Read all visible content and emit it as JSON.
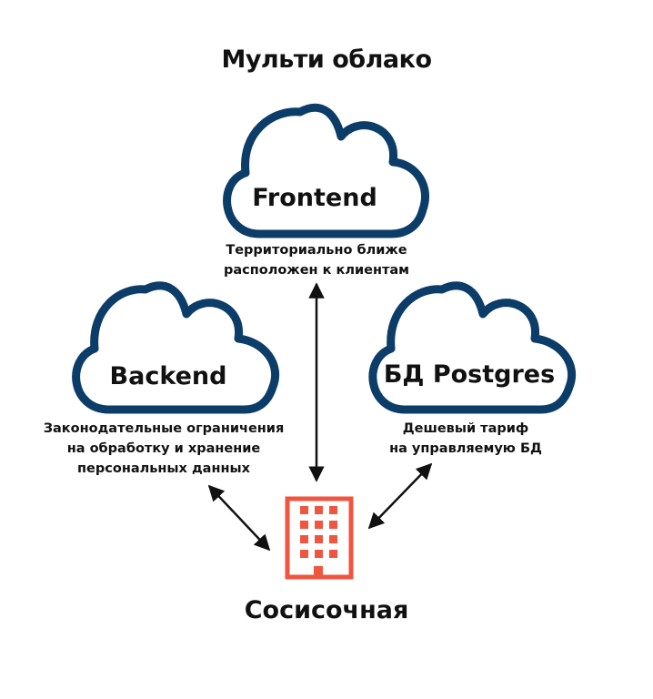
{
  "title": "Мульти облако",
  "clouds": {
    "frontend": {
      "label": "Frontend",
      "caption_lines": [
        "Территориально ближе",
        "расположен к клиентам"
      ]
    },
    "backend": {
      "label": "Backend",
      "caption_lines": [
        "Законодательные ограничения",
        "на обработку и хранение",
        "персональных данных"
      ]
    },
    "db": {
      "label": "БД Postgres",
      "caption_lines": [
        "Дешевый тариф",
        "на управляемую БД"
      ]
    }
  },
  "building": {
    "label": "Сосисочная"
  },
  "colors": {
    "cloud_stroke": "#0b3d68",
    "building": "#f0553f",
    "text": "#111111",
    "arrow": "#111111"
  }
}
